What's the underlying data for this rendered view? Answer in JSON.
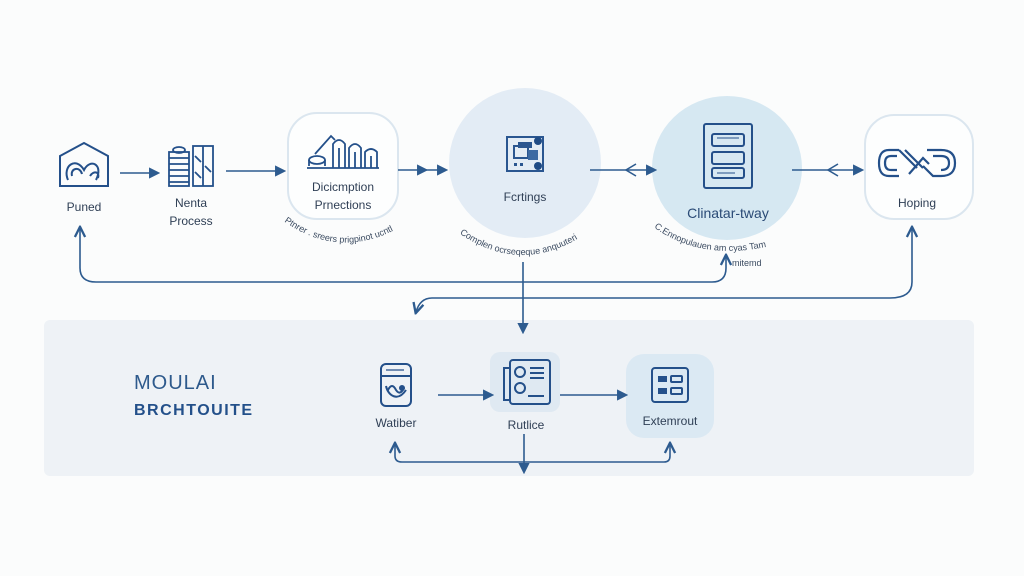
{
  "colors": {
    "accent": "#24508a",
    "line": "#2d5b8f",
    "node_border": "#dbe6ef",
    "blob_light": "#e3ecf5",
    "blob_medium": "#d6e8f2",
    "panel_bg": "#eef2f6"
  },
  "top_flow": {
    "nodes": [
      {
        "id": "n1",
        "label": "Puned",
        "icon": "house-swirl-icon"
      },
      {
        "id": "n2",
        "label_line1": "Nenta",
        "label_line2": "Process",
        "icon": "server-stack-icon"
      },
      {
        "id": "n3",
        "label_line1": "Dicicmption",
        "label_line2": "Prnections",
        "icon": "silos-factory-icon",
        "caption": "Ptnrer . sreers prigpinot ucntl"
      },
      {
        "id": "n4",
        "label": "Fcrtings",
        "icon": "circuit-board-icon",
        "caption": "Complen ocrseqeque anquuteri"
      },
      {
        "id": "n5",
        "label": "Clinatar-tway",
        "icon": "document-list-icon",
        "caption": "C.Ennopulauen am cyas Tam",
        "caption2": "mitemd"
      },
      {
        "id": "n6",
        "label": "Hoping",
        "icon": "link-chain-icon"
      }
    ]
  },
  "module": {
    "title_line1": "MOULAI",
    "title_line2": "BRCHTOUITE",
    "nodes": [
      {
        "id": "m1",
        "label": "Watiber",
        "icon": "storage-box-icon"
      },
      {
        "id": "m2",
        "label": "Rutlice",
        "icon": "profile-list-icon"
      },
      {
        "id": "m3",
        "label": "Extemrout",
        "icon": "grid-panel-icon"
      }
    ]
  }
}
